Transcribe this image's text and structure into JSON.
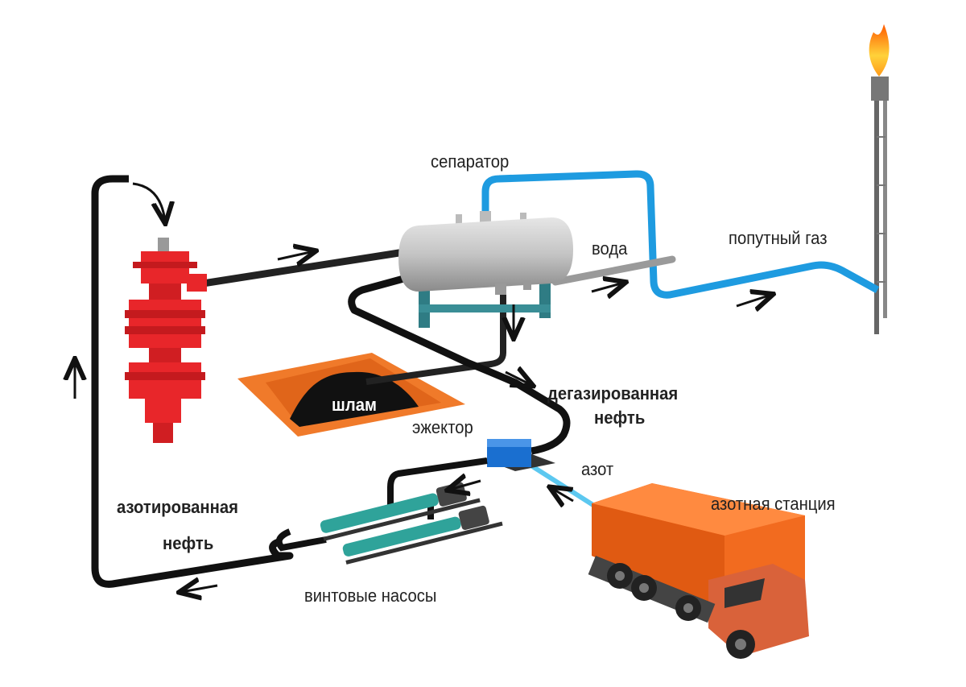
{
  "labels": {
    "separator": "сепаратор",
    "water": "вода",
    "associated_gas": "попутный газ",
    "degassed_oil_line1": "дегазированная",
    "degassed_oil_line2": "нефть",
    "sludge": "шлам",
    "ejector": "эжектор",
    "nitrogen": "азот",
    "nitrogen_station": "азотная станция",
    "nitrogenated_oil_line1": "азотированная",
    "nitrogenated_oil_line2": "нефть",
    "screw_pumps": "винтовые насосы"
  },
  "colors": {
    "oil_pipe": "#111111",
    "gas_pipe": "#1e9be0",
    "nitrogen_line": "#5cc8f0",
    "water_pipe": "#9a9a9a",
    "wellhead": "#e8262a",
    "separator": "#c8c8c8",
    "separator_stand": "#2f7c84",
    "sludge_pit": "#f07a2a",
    "ejector": "#1a6fd0",
    "truck_body": "#f26b1f",
    "truck_cab": "#d9623a",
    "pumps": "#2fa39a",
    "flame": "#ff9a1a"
  }
}
